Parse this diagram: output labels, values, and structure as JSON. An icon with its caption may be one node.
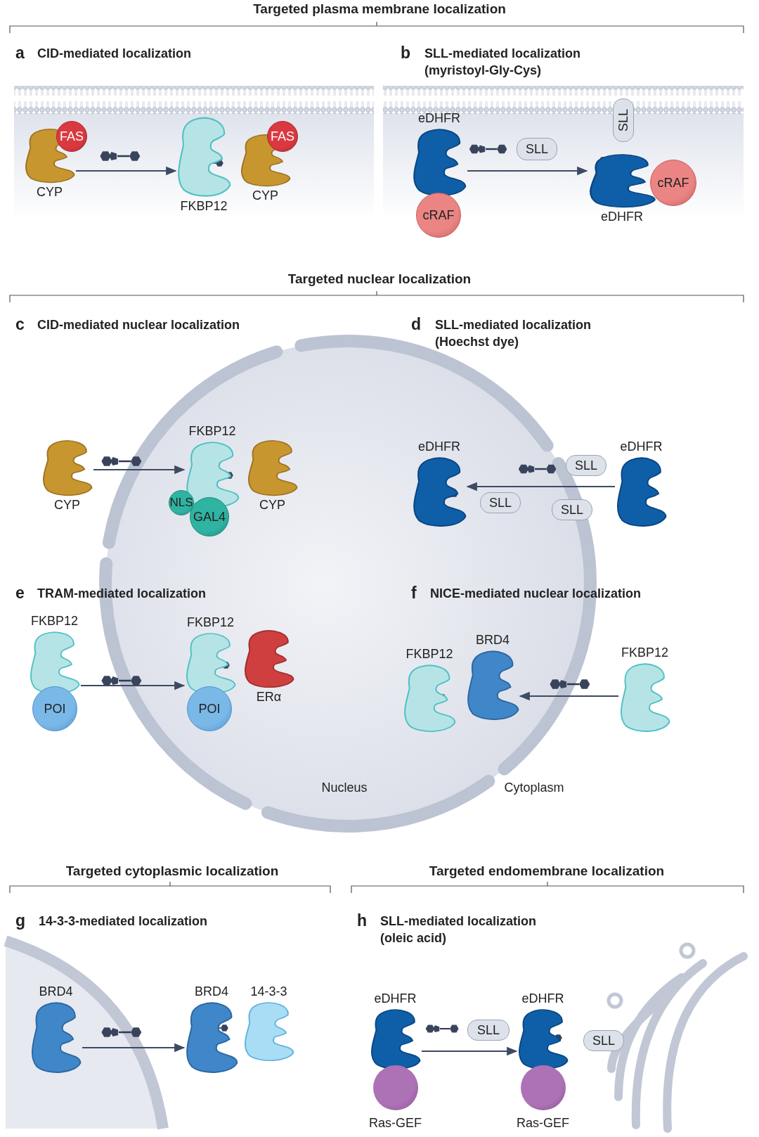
{
  "diagram": {
    "nodes": [
      {
        "text": [
          "FAS"
        ]
      },
      {
        "text": [
          "CYP"
        ]
      },
      {
        "text": [
          "FKBP12"
        ]
      },
      {
        "text": [
          "CYP"
        ]
      },
      {
        "text": [
          "FAS"
        ]
      },
      {
        "text": [
          "eDHFR"
        ]
      },
      {
        "text": [
          "cRAF"
        ]
      },
      {
        "text": [
          "SLL"
        ]
      },
      {
        "text": [
          "SLL"
        ]
      },
      {
        "text": [
          "eDHFR"
        ]
      },
      {
        "text": [
          "cRAF"
        ]
      },
      {
        "text": [
          "CYP"
        ]
      },
      {
        "text": [
          "FKBP12"
        ]
      },
      {
        "text": [
          "NLS"
        ]
      },
      {
        "text": [
          "GAL4"
        ]
      },
      {
        "text": [
          "CYP"
        ]
      },
      {
        "text": [
          "eDHFR"
        ]
      },
      {
        "text": [
          "SLL"
        ]
      },
      {
        "text": [
          "SLL"
        ]
      },
      {
        "text": [
          "SLL"
        ]
      },
      {
        "text": [
          "eDHFR"
        ]
      },
      {
        "text": [
          "FKBP12"
        ]
      },
      {
        "text": [
          "POI"
        ]
      },
      {
        "text": [
          "FKBP12"
        ]
      },
      {
        "text": [
          "ERα"
        ]
      },
      {
        "text": [
          "POI"
        ]
      },
      {
        "text": [
          "FKBP12"
        ]
      },
      {
        "text": [
          "BRD4"
        ]
      },
      {
        "text": [
          "FKBP12"
        ]
      },
      {
        "text": [
          "BRD4"
        ]
      },
      {
        "text": [
          "BRD4"
        ]
      },
      {
        "text": [
          "14-3-3"
        ]
      },
      {
        "text": [
          "eDHFR"
        ]
      },
      {
        "text": [
          "Ras-GEF"
        ]
      },
      {
        "text": [
          "SLL"
        ]
      },
      {
        "text": [
          "eDHFR"
        ]
      },
      {
        "text": [
          "SLL"
        ]
      },
      {
        "text": [
          "Ras-GEF"
        ]
      }
    ],
    "edges": [
      {
        "from": 1,
        "to": 2,
        "arrow": "to"
      },
      {
        "from": 5,
        "to": 9,
        "arrow": "to"
      },
      {
        "from": 11,
        "to": 12,
        "arrow": "to"
      },
      {
        "from": 20,
        "to": 16,
        "arrow": "to"
      },
      {
        "from": 21,
        "to": 23,
        "arrow": "to"
      },
      {
        "from": 28,
        "to": 27,
        "arrow": "to"
      },
      {
        "from": 29,
        "to": 30,
        "arrow": "to"
      },
      {
        "from": 32,
        "to": 35,
        "arrow": "to"
      }
    ],
    "labels": [
      "Targeted plasma membrane localization",
      "a",
      "CID-mediated localization",
      "b",
      "SLL-mediated localization (myristoyl-Gly-Cys)",
      "Targeted nuclear localization",
      "c",
      "CID-mediated nuclear localization",
      "d",
      "SLL-mediated localization (Hoechst dye)",
      "e",
      "TRAM-mediated localization",
      "f",
      "NICE-mediated nuclear localization",
      "Nucleus",
      "Cytoplasm",
      "Targeted cytoplasmic localization",
      "Targeted endomembrane localization",
      "g",
      "14-3-3-mediated localization",
      "h",
      "SLL-mediated localization (oleic acid)"
    ]
  }
}
